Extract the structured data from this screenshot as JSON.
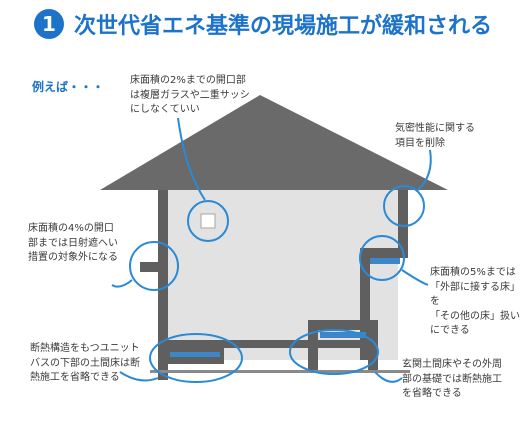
{
  "title": {
    "number": "1",
    "text": "次世代省エネ基準の現場施工が緩和される"
  },
  "subtitle": "例えば・・・",
  "annotations": {
    "top_center": "床面積の2%までの開口部\nは複層ガラスや二重サッシ\nにしなくていい",
    "top_right": "気密性能に関する\n項目を削除",
    "left_middle": "床面積の4%の開口\n部までは日射遮へい\n措置の対象外になる",
    "right_middle": "床面積の5%までは\n「外部に接する床」を\n「その他の床」扱い\nにできる",
    "bottom_left": "断熱構造をもつユニット\nバスの下部の土間床は断\n熱施工を省略できる",
    "bottom_right": "玄関土間床やその外周\n部の基礎では断熱施工\nを省略できる"
  },
  "colors": {
    "accent": "#1c73c8",
    "roof": "#6a6a6a",
    "wall": "#5f5f5f",
    "inner": "#e2e2e2",
    "callout": "#2a8ad6",
    "insulation": "#3d86c9"
  }
}
